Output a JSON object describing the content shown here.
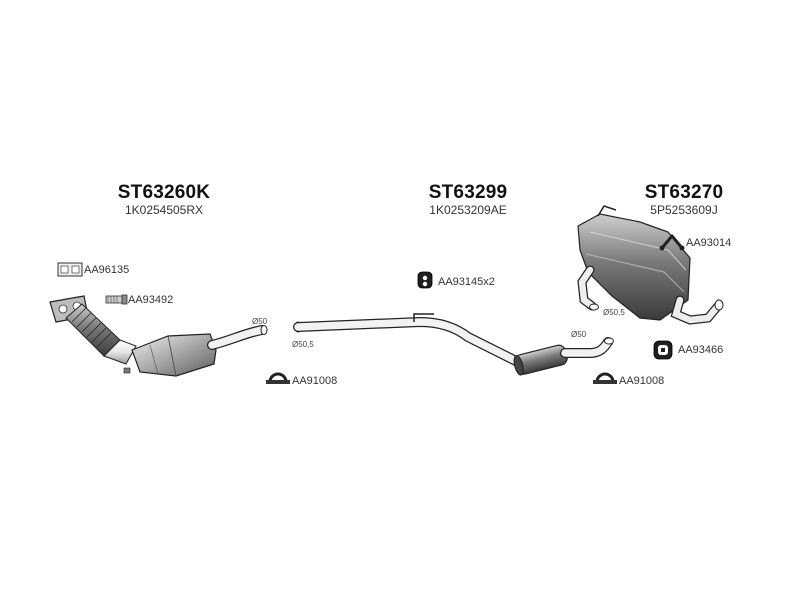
{
  "assemblies": {
    "front": {
      "title": "ST63260K",
      "code": "1K0254505RX"
    },
    "middle": {
      "title": "ST63299",
      "code": "1K0253209AE"
    },
    "rear": {
      "title": "ST63270",
      "code": "5P5253609J"
    }
  },
  "parts": {
    "gasket": "AA96135",
    "stud_bolt": "AA93492",
    "clamp_front": "AA91008",
    "rubber_hanger": "AA93145x2",
    "clamp_rear": "AA91008",
    "hanger_bracket": "AA93014",
    "rubber_mount": "AA93466"
  },
  "dimensions": {
    "front_outlet": "Ø50",
    "middle_inlet": "Ø50,5",
    "middle_outlet": "Ø50",
    "rear_inlet": "Ø50,5"
  }
}
